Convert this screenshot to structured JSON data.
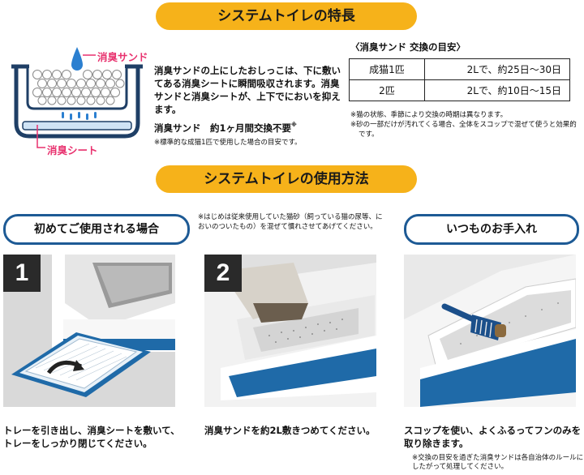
{
  "features": {
    "title": "システムトイレの特長",
    "sand_label": "消臭サンド",
    "sheet_label": "消臭シート",
    "description": "消臭サンドの上にしたおしっこは、下に敷いてある消臭シートに瞬間吸収されます。消臭サンドと消臭シートが、上下でにおいを抑えます。",
    "no_change": "消臭サンド　約1ヶ月間交換不要",
    "no_change_mark": "※",
    "no_change_note": "※標準的な成猫1匹で使用した場合の目安です。"
  },
  "exchange": {
    "title": "〈消臭サンド 交換の目安〉",
    "rows": [
      {
        "cats": "成猫1匹",
        "guide": "2Lで、約25日〜30日"
      },
      {
        "cats": "2匹",
        "guide": "2Lで、約10日〜15日"
      }
    ],
    "notes": [
      "※猫の状態、季節により交換の時期は異なります。",
      "※砂の一部だけが汚れてくる場合、全体をスコップで混ぜて使うと効果的です。"
    ]
  },
  "usage": {
    "title": "システムトイレの使用方法",
    "first_use_label": "初めてご使用される場合",
    "daily_label": "いつものお手入れ",
    "mix_note": "※はじめは従来使用していた猫砂（飼っている猫の尿等、においのついたもの）を混ぜて慣れさせてあげてください。",
    "steps": [
      {
        "num": "1",
        "caption": "トレーを引き出し、消臭シートを敷いて、トレーをしっかり閉じてください。"
      },
      {
        "num": "2",
        "caption": "消臭サンドを約2L敷きつめてください。"
      },
      {
        "num": "",
        "caption": "スコップを使い、よくふるってフンのみを取り除きます。"
      }
    ],
    "footnote": "※交換の目安を過ぎた消臭サンドは各自治体のルールにしたがって処理してください。"
  },
  "colors": {
    "banner": "#f6b21a",
    "pill_border": "#1d5a95",
    "accent_pink": "#e8316e",
    "tray_blue": "#1f6aa8"
  }
}
